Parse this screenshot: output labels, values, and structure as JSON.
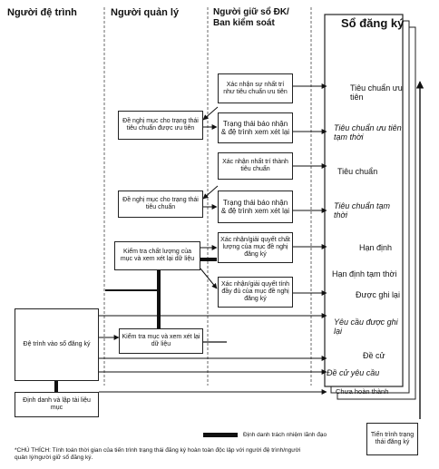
{
  "columns": {
    "submitter": "Người đệ trình",
    "manager": "Người quản lý",
    "keeper_line1": "Người giữ sổ ĐK/",
    "keeper_line2": "Ban kiểm soát",
    "registry": "Sổ đăng ký"
  },
  "submitter_boxes": {
    "submit": "Đệ trình vào sổ đăng ký",
    "identify": "Định danh và lập tài liệu mục"
  },
  "manager_boxes": {
    "propose_priority": "Đề nghị mục cho trạng thái tiêu chuẩn được ưu tiên",
    "propose_standard": "Đề nghị mục cho trạng thái tiêu chuẩn",
    "quality_check": "Kiểm tra chất lượng của mục và xem xét lại dữ liệu",
    "review": "Kiểm tra mục và xem xét lại dữ liệu"
  },
  "keeper_boxes": {
    "confirm_priority": "Xác nhận sự nhất trí như tiêu chuẩn ưu tiên",
    "report_status_1": "Trạng thái báo nhận & đệ trình xem xét lại",
    "confirm_standard": "Xác nhận nhất trí thành tiêu chuẩn",
    "report_status_2": "Trạng thái báo nhận & đệ trình xem xét lại",
    "confirm_quality": "Xác nhận/giải quyết chất lượng của mục đề nghị đăng ký",
    "confirm_complete": "Xác nhận/giải quyết tính đầy đủ của mục đề nghị đăng ký"
  },
  "registry_states": [
    {
      "label": "Tiêu chuẩn ưu tiên",
      "italic": false
    },
    {
      "label": "Tiêu chuẩn ưu tiên tạm thời",
      "italic": true
    },
    {
      "label": "Tiêu chuẩn",
      "italic": false
    },
    {
      "label": "Tiêu chuẩn tạm thời",
      "italic": true
    },
    {
      "label": "Hạn định",
      "italic": false
    },
    {
      "label": "Hạn định tạm thời",
      "italic": false
    },
    {
      "label": "Được ghi lại",
      "italic": false
    },
    {
      "label": "Yêu cầu được ghi lại",
      "italic": true
    },
    {
      "label": "Đề cử",
      "italic": false
    },
    {
      "label": "Đề cử yêu cầu",
      "italic": true
    },
    {
      "label": "Chưa hoàn thành",
      "italic": false
    }
  ],
  "progress_box": "Tiến trình trạng thái đăng ký",
  "legend": "Định danh trách nhiệm lãnh đạo",
  "footnote_line1": "*CHÚ THÍCH: Tính toán thời gian của tiến trình trạng thái đăng ký hoàn toàn độc lập với người đệ trình/người",
  "footnote_line2": "quản lý/người giữ sổ đăng ký."
}
